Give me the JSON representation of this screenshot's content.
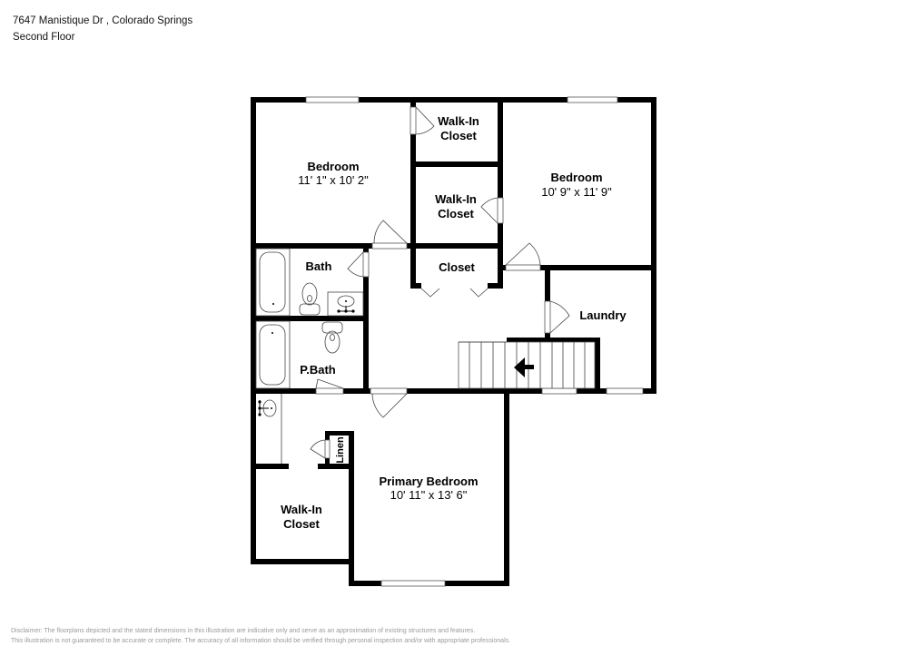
{
  "header": {
    "address": "7647 Manistique Dr , Colorado Springs",
    "floor": "Second Floor"
  },
  "rooms": [
    {
      "id": "bedroom-1",
      "name": "Bedroom",
      "dimensions": "11' 1\" x 10' 2\""
    },
    {
      "id": "walk-in-closet-1",
      "name_line1": "Walk-In",
      "name_line2": "Closet"
    },
    {
      "id": "walk-in-closet-2",
      "name_line1": "Walk-In",
      "name_line2": "Closet"
    },
    {
      "id": "bedroom-2",
      "name": "Bedroom",
      "dimensions": "10' 9\" x 11' 9\""
    },
    {
      "id": "bath",
      "name": "Bath"
    },
    {
      "id": "closet",
      "name": "Closet"
    },
    {
      "id": "laundry",
      "name": "Laundry"
    },
    {
      "id": "p-bath",
      "name": "P.Bath"
    },
    {
      "id": "linen",
      "name": "Linen"
    },
    {
      "id": "primary-bedroom",
      "name": "Primary Bedroom",
      "dimensions": "10' 11\" x 13' 6\""
    },
    {
      "id": "walk-in-closet-3",
      "name_line1": "Walk-In",
      "name_line2": "Closet"
    }
  ],
  "icons": {
    "stairs_arrow": "arrow-left",
    "wall_color": "#000000",
    "window_color": "#ffffff"
  },
  "disclaimer": {
    "line1": "Disclaimer: The floorplans depicted and the stated dimensions in this illustration are indicative only and serve as an approximation of existing structures and features.",
    "line2": "This illustration is not guaranteed to be accurate or complete. The accuracy of all information should be verified through personal inspection and/or with appropriate professionals."
  }
}
